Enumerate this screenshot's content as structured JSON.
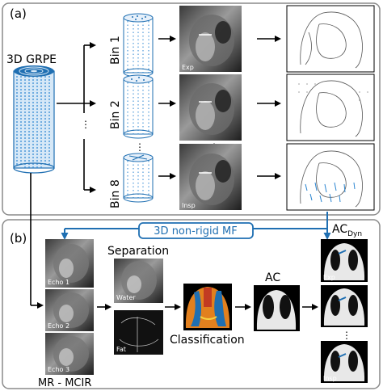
{
  "panel_a": {
    "tag": "(a)",
    "source_label": "3D GRPE",
    "bins": [
      "Bin 1",
      "Bin 2",
      "Bin 8"
    ],
    "image_labels": {
      "first": "Exp",
      "last": "Insp"
    }
  },
  "transfer_label": "3D non-rigid MF",
  "panel_b": {
    "tag": "(b)",
    "echoes": [
      "Echo 1",
      "Echo 2",
      "Echo 3"
    ],
    "mcir_label": "MR - MCIR",
    "separation_label": "Separation",
    "water_label": "Water",
    "fat_label": "Fat",
    "classification_label": "Classification",
    "ac_label": "AC",
    "ac_dyn_main": "AC",
    "ac_dyn_sub": "Dyn",
    "dyn_labels": {
      "first": "Exp",
      "last": "Insp"
    }
  },
  "colors": {
    "accent_blue": "#1f6fb2",
    "panel_border": "#8a8a8a"
  }
}
